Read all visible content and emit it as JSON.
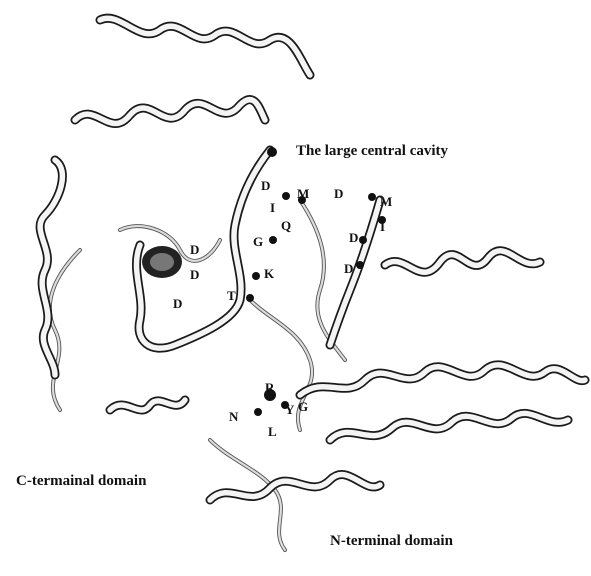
{
  "figure": {
    "regions": {
      "cavity": "The large central cavity",
      "c_domain": "C-termainal domain",
      "n_domain": "N-terminal domain"
    },
    "residues": {
      "d1": "D",
      "d2": "D",
      "d3": "D",
      "d4": "D",
      "d5": "D",
      "d6": "D",
      "d7": "D",
      "m1": "M",
      "m2": "M",
      "i1": "I",
      "i2": "I",
      "q": "Q",
      "g1": "G",
      "k": "K",
      "t": "T",
      "r": "R",
      "n": "N",
      "y": "Y",
      "g2": "G",
      "l": "L"
    },
    "colors": {
      "ribbon": "#f4f4f4",
      "outline": "#1a1a1a",
      "text": "#111111"
    }
  }
}
